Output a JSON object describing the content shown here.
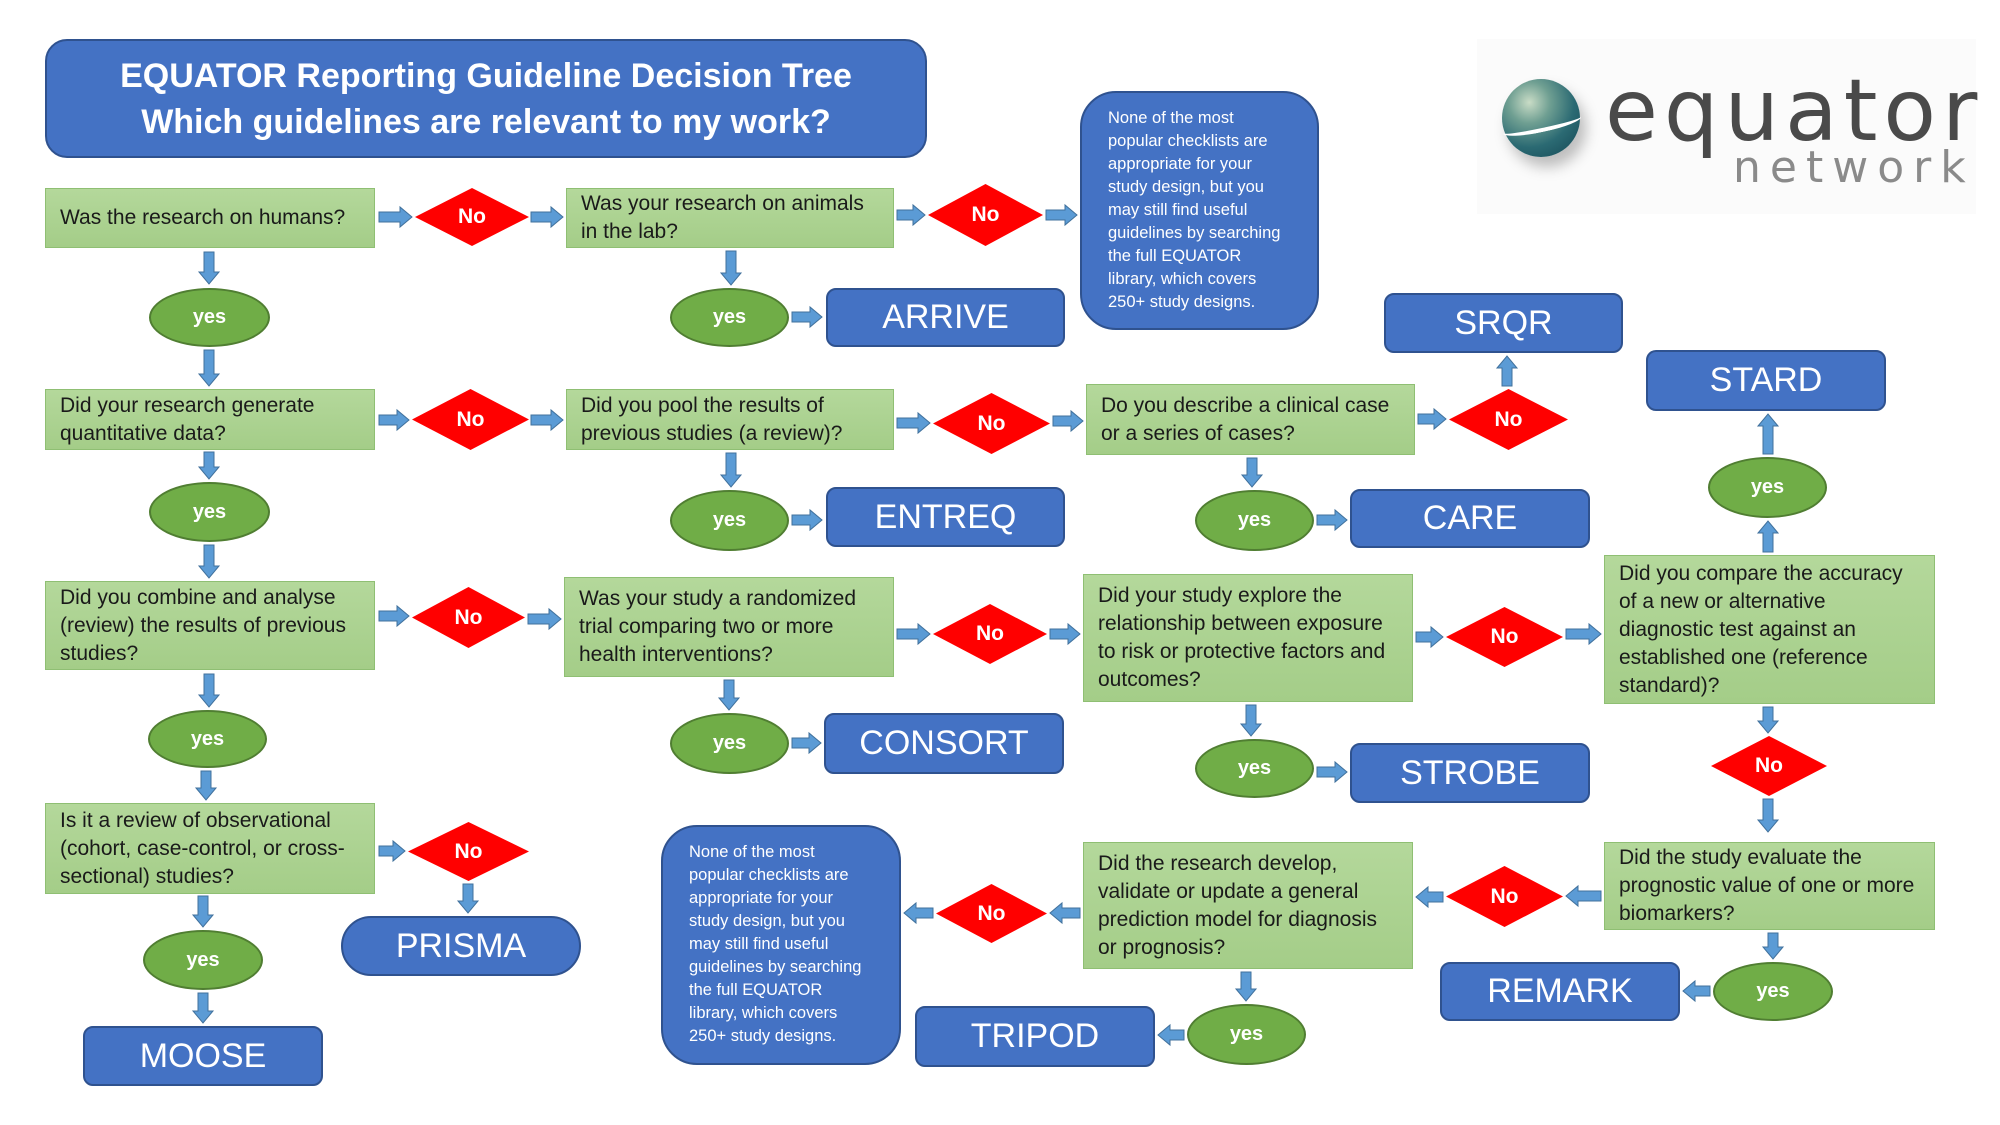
{
  "header": {
    "title_line1": "EQUATOR Reporting Guideline Decision Tree",
    "title_line2": "Which guidelines are relevant to my work?"
  },
  "logo": {
    "word_main": "equator",
    "word_sub": "network",
    "icon": "globe-icon"
  },
  "labels": {
    "no": "No",
    "yes": "yes"
  },
  "questions": {
    "humans": "Was the research on humans?",
    "animals": "Was your research on animals in the lab?",
    "quantitative": "Did your research generate quantitative data?",
    "pool": "Did you pool the results of previous studies (a review)?",
    "clinical_case": "Do you describe a clinical case or a series of cases?",
    "combine": "Did you combine and analyse (review) the results of previous studies?",
    "randomized": "Was your study a randomized trial comparing two or more health interventions?",
    "exposure": "Did your study explore the relationship between exposure to risk or protective factors and outcomes?",
    "diagnostic": "Did you compare the accuracy of a new or alternative diagnostic test against an established one (reference standard)?",
    "observational_review": "Is it a review of observational (cohort, case-control, or cross-sectional) studies?",
    "prediction_model": "Did the research develop, validate or update a general prediction model for diagnosis or prognosis?",
    "biomarkers": "Did the study evaluate the prognostic value of one or more biomarkers?"
  },
  "guidelines": {
    "arrive": "ARRIVE",
    "srqr": "SRQR",
    "stard": "STARD",
    "entreq": "ENTREQ",
    "care": "CARE",
    "consort": "CONSORT",
    "strobe": "STROBE",
    "prisma": "PRISMA",
    "moose": "MOOSE",
    "remark": "REMARK",
    "tripod": "TRIPOD"
  },
  "info_box": {
    "text": "None of the most\npopular checklists are\nappropriate for your\nstudy design, but you\nmay still find useful\nguidelines by searching\nthe full EQUATOR\nlibrary, which covers\n250+ study designs."
  },
  "colors": {
    "question_fill": "#a9d18e",
    "no_diamond": "#ff0000",
    "yes_oval": "#70ad47",
    "guideline_fill": "#4472c4",
    "arrow": "#5b9bd5"
  }
}
